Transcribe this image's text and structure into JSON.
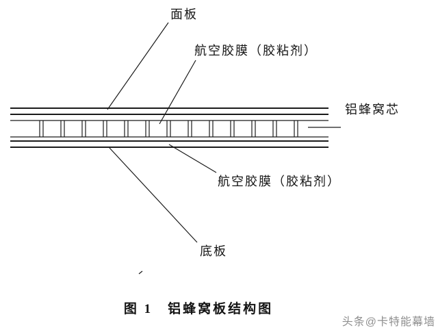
{
  "figure": {
    "labels": {
      "face_panel": "面板",
      "adhesive_top": "航空胶膜（胶粘剂）",
      "honeycomb_core": "铝蜂窝芯",
      "adhesive_bottom": "航空胶膜（胶粘剂）",
      "bottom_panel": "底板"
    },
    "caption": "图 1　铝蜂窝板结构图",
    "watermark": "头条@卡特能幕墙",
    "colors": {
      "line": "#1a1a1a",
      "watermark": "#8e8e8e"
    }
  }
}
